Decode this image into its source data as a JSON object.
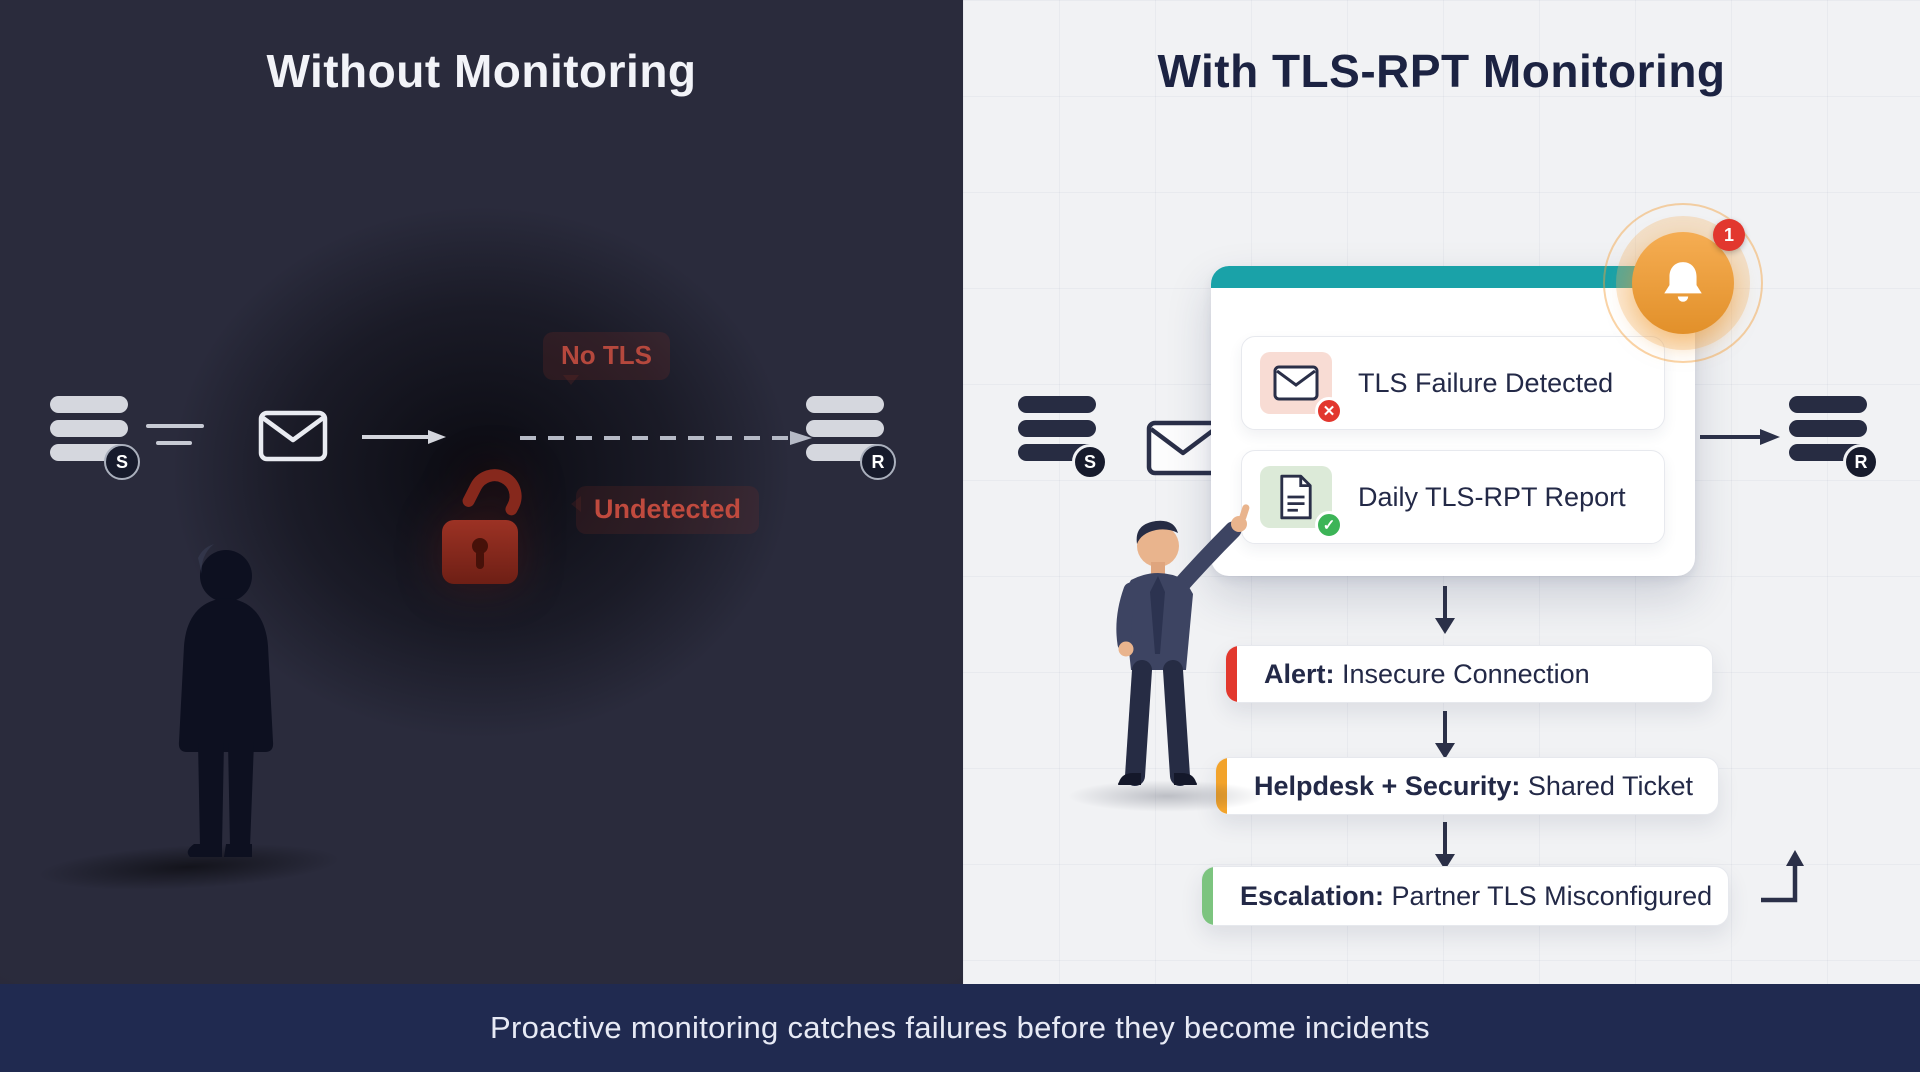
{
  "left": {
    "title": "Without Monitoring",
    "no_tls_label": "No TLS",
    "undetected_label": "Undetected",
    "sender_badge": "S",
    "receiver_badge": "R"
  },
  "right": {
    "title": "With TLS-RPT Monitoring",
    "sender_badge": "S",
    "receiver_badge": "R",
    "notification": {
      "count": "1"
    },
    "card": {
      "rows": [
        {
          "label": "TLS Failure Detected"
        },
        {
          "label": "Daily TLS-RPT Report"
        }
      ]
    },
    "flow": [
      {
        "prefix": "Alert:",
        "rest": " Insecure Connection"
      },
      {
        "prefix": "Helpdesk + Security:",
        "rest": " Shared Ticket"
      },
      {
        "prefix": "Escalation:",
        "rest": " Partner TLS Misconfigured"
      }
    ]
  },
  "footer": {
    "caption": "Proactive monitoring catches failures before they become incidents"
  },
  "icons": {
    "x_mark": "✕",
    "check_mark": "✓"
  },
  "colors": {
    "teal_header": "#1aa2a8",
    "alert_accent": "#e2382e",
    "helpdesk_accent": "#f2a32b",
    "escalation_accent": "#7cc47f",
    "bell_orange": "#f39b2d",
    "badge_red": "#e2372e",
    "success_green": "#3cb457",
    "danger_text": "#b9473c",
    "footer_bg": "#202a50",
    "dark_panel_bg": "#2a2b3c",
    "light_panel_bg": "#f1f2f4"
  }
}
